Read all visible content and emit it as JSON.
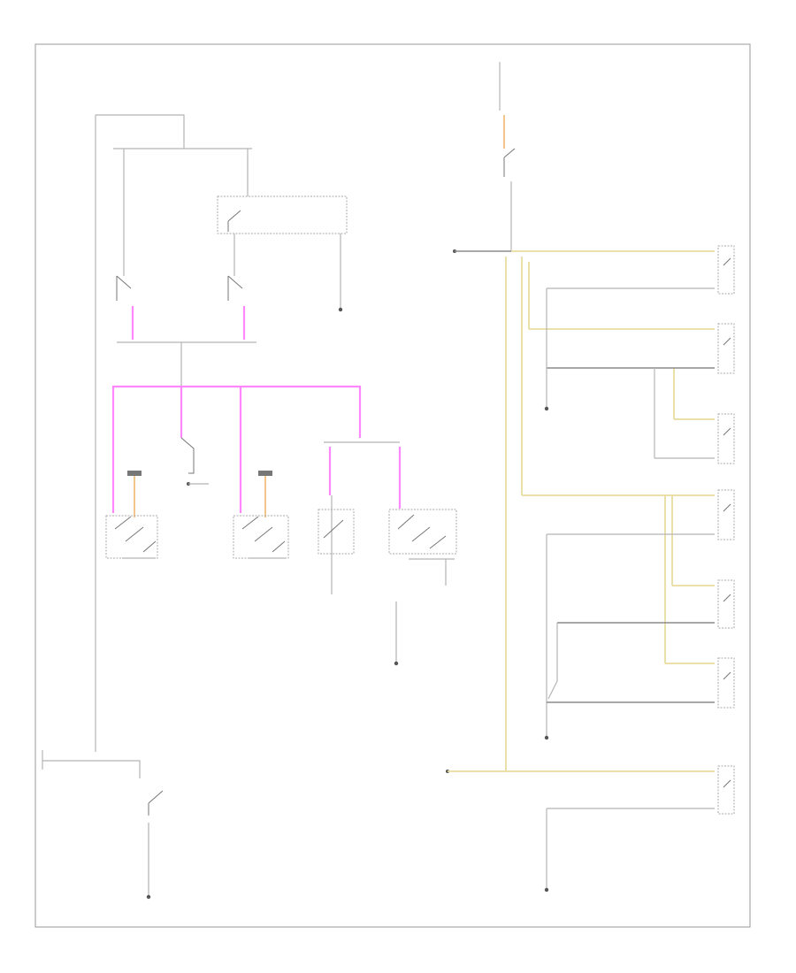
{
  "page_id": "79844",
  "colors": {
    "frame": "#9a9a9a",
    "wire_gray": "#b5b5b5",
    "wire_dark": "#8c8c8c",
    "wire_pink": "#ff88ff",
    "wire_yellow": "#e8dca0",
    "wire_orange": "#f0c080"
  },
  "icons": [
    "switch-symbol",
    "ground-symbol",
    "connector-symbol",
    "lamp-symbol"
  ]
}
